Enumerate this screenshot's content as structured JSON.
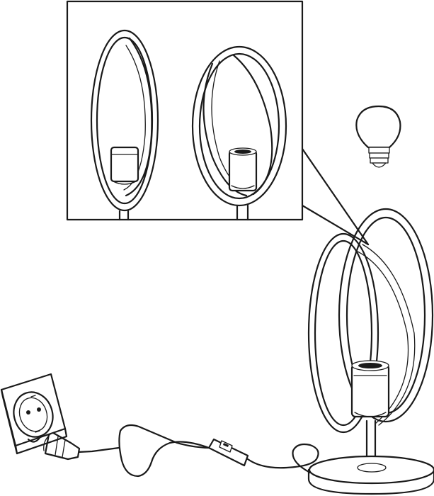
{
  "figure": {
    "kind": "assembly-instruction-illustration",
    "line_color": "#1a1a1a",
    "background": "#ffffff",
    "parts": [
      "magnified-detail-frame",
      "detail-lamp-without-bulb",
      "detail-lamp-with-socket",
      "light-bulb-icon",
      "table-lamp",
      "lamp-base",
      "cable",
      "inline-switch",
      "plug",
      "wall-socket"
    ]
  }
}
